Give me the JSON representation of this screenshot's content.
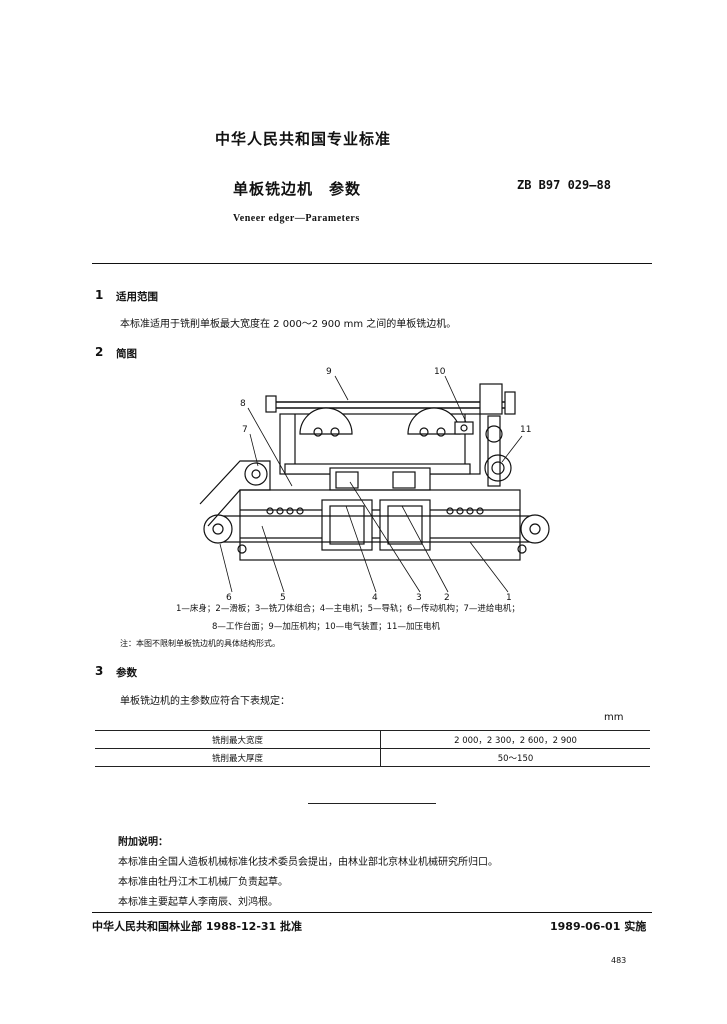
{
  "header": {
    "title": "中华人民共和国专业标准",
    "doc_title": "单板铣边机　参数",
    "std_code": "ZB B97 029—88",
    "en_title": "Veneer edger—Parameters"
  },
  "sections": [
    {
      "num": "1",
      "title": "适用范围",
      "text": "本标准适用于铣削单板最大宽度在 2 000～2 900 mm 之间的单板铣边机。"
    },
    {
      "num": "2",
      "title": "简图"
    },
    {
      "num": "3",
      "title": "参数",
      "text": "单板铣边机的主参数应符合下表规定："
    }
  ],
  "figure": {
    "labels": [
      "1",
      "2",
      "3",
      "4",
      "5",
      "6",
      "7",
      "8",
      "9",
      "10",
      "11"
    ],
    "caption_line1": "1—床身；2—滑板；3—铣刀体组合；4—主电机；5—导轨；6—传动机构；7—进给电机；",
    "caption_line2": "8—工作台面；9—加压机构；10—电气装置；11—加压电机",
    "note": "注：本图不限制单板铣边机的具体结构形式。"
  },
  "table": {
    "unit": "mm",
    "rows": [
      {
        "name": "铣削最大宽度",
        "value": "2 000，2 300，2 600，2 900"
      },
      {
        "name": "铣削最大厚度",
        "value": "50～150"
      }
    ]
  },
  "appendix": {
    "title": "附加说明：",
    "lines": [
      "本标准由全国人造板机械标准化技术委员会提出，由林业部北京林业机械研究所归口。",
      "本标准由牡丹江木工机械厂负责起草。",
      "本标准主要起草人李南辰、刘鸿根。"
    ]
  },
  "footer": {
    "issued": "中华人民共和国林业部 1988-12-31 批准",
    "effective": "1989-06-01 实施",
    "page": "483"
  }
}
